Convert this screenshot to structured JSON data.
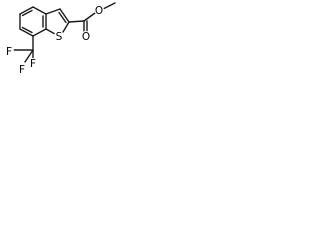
{
  "structure": {
    "atoms": {
      "f_top": "F",
      "f_left": "F",
      "f_bottom": "F",
      "sulfur": "S",
      "carbonyl_oxygen": "O",
      "ester_oxygen": "O"
    },
    "colors": {
      "bond": "#1a1a1a",
      "label": "#000000",
      "background": "#ffffff"
    }
  }
}
